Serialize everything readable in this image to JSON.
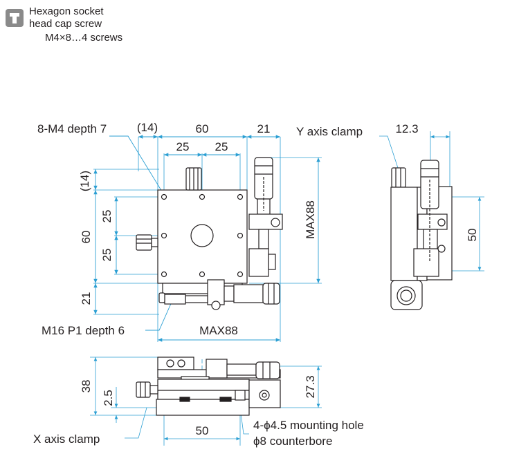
{
  "legend": {
    "icon": "hex-socket-screw-icon",
    "line1": "Hexagon socket",
    "line2": "head cap screw",
    "line3": "M4×8…4 screws"
  },
  "top_view": {
    "dim_14_top": "(14)",
    "dim_60_top": "60",
    "dim_21_top": "21",
    "dim_25_left_top": "25",
    "dim_25_right_top": "25",
    "hole_callout": "8-M4 depth 7",
    "dim_14_left": "(14)",
    "dim_60_left": "60",
    "dim_25_upper_left": "25",
    "dim_25_lower_left": "25",
    "dim_21_left": "21",
    "dim_max88_right": "MAX88",
    "center_callout": "M16 P1 depth 6",
    "dim_max88_bottom": "MAX88"
  },
  "side_view": {
    "clamp_label": "Y axis clamp",
    "dim_12_3": "12.3",
    "dim_50": "50"
  },
  "front_view": {
    "dim_38": "38",
    "dim_2_5": "2.5",
    "dim_27_3": "27.3",
    "dim_50_bottom": "50",
    "mount_line1": "4-ϕ4.5 mounting hole",
    "mount_line2": "ϕ8 counterbore",
    "clamp_label": "X axis clamp"
  },
  "colors": {
    "dimension": "#2b9fd3",
    "outline": "#231f20",
    "body": "#ffffff"
  }
}
